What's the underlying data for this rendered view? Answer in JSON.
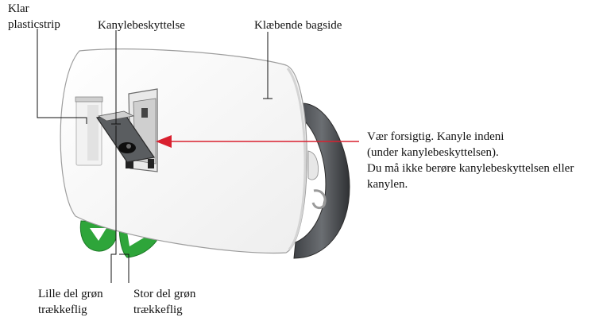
{
  "labels": {
    "clear_strip": {
      "line1": "Klar",
      "line2": "plasticstrip"
    },
    "needle_cover": "Kanylebeskyttelse",
    "adhesive_back": "Klæbende bagside",
    "warning": {
      "line1": "Vær forsigtig. Kanyle indeni",
      "line2": "(under kanylebeskyttelsen).",
      "line3": "Du må ikke berøre kanylebeskyttelsen eller",
      "line4": "kanylen."
    },
    "small_pull_tab": {
      "line1": "Lille del grøn",
      "line2": "trækkeflig"
    },
    "large_pull_tab": {
      "line1": "Stor del grøn",
      "line2": "trækkeflig"
    }
  },
  "colors": {
    "pull_tab_green": "#2ea53a",
    "warning_arrow": "#d9202f",
    "device_body": "#fbfbfb",
    "device_shell_dark": "#55585c"
  }
}
